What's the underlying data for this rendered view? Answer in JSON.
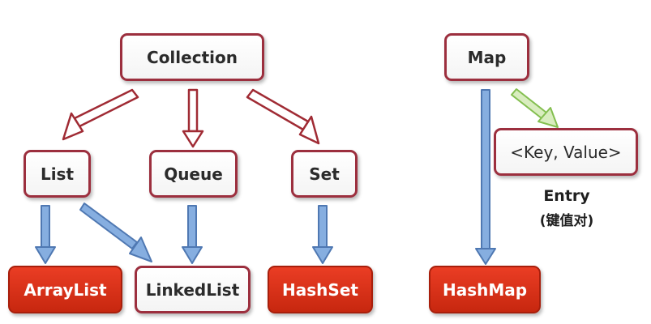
{
  "colors": {
    "box_border": "#9c2f3e",
    "impl_fill": "#d9321a",
    "extends_arrow": "#a02b34",
    "implements_arrow": "#5f89c3",
    "entry_arrow": "#8fc45a"
  },
  "nodes": {
    "collection": "Collection",
    "list": "List",
    "queue": "Queue",
    "set": "Set",
    "arraylist": "ArrayList",
    "linkedlist": "LinkedList",
    "hashset": "HashSet",
    "map": "Map",
    "hashmap": "HashMap",
    "keyvalue": "<Key, Value>"
  },
  "entry": {
    "title": "Entry",
    "subtitle": "(键值对)"
  }
}
